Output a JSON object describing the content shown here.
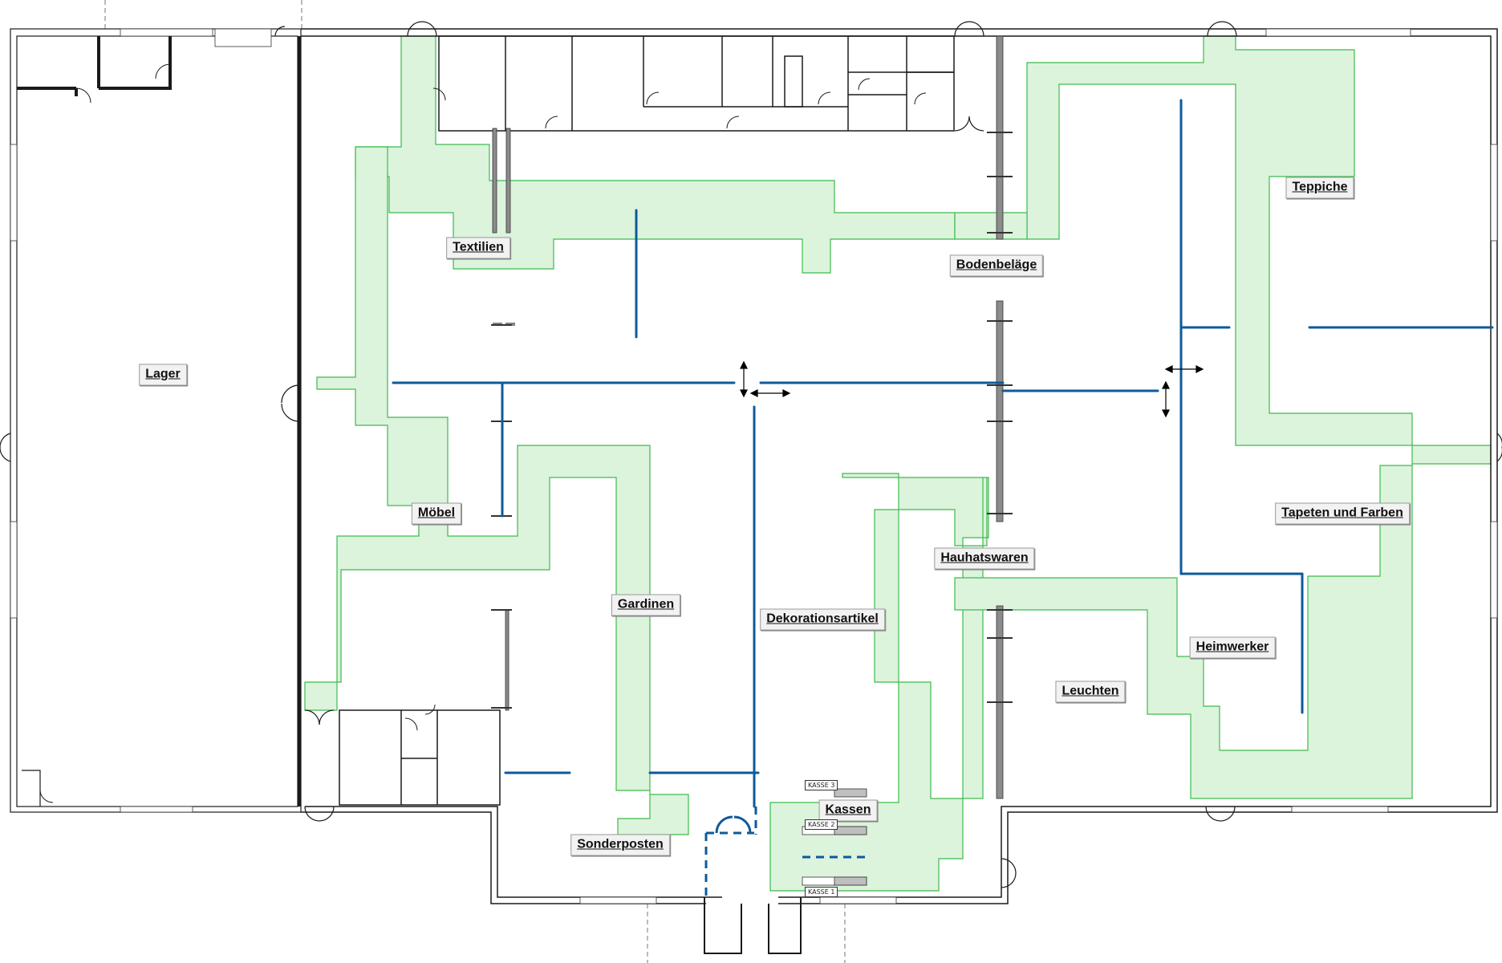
{
  "departments": {
    "lager": "Lager",
    "textilien": "Textilien",
    "bodenbelaege": "Bodenbeläge",
    "teppiche": "Teppiche",
    "moebel": "Möbel",
    "gardinen": "Gardinen",
    "dekorationsartikel": "Dekorationsartikel",
    "haushaltswaren": "Hauhatswaren",
    "tapeten": "Tapeten und Farben",
    "heimwerker": "Heimwerker",
    "leuchten": "Leuchten",
    "kassen": "Kassen",
    "sonderposten": "Sonderposten"
  },
  "checkouts": {
    "kasse1": "KASSE 1",
    "kasse2": "KASSE 2",
    "kasse3": "KASSE 3"
  },
  "colors": {
    "walkway_fill": "#dcf3dc",
    "walkway_stroke": "#3dbb4e",
    "shelf_line": "#0d5a9b",
    "wall": "#1a1a1a",
    "partition": "#8c8c8c"
  }
}
